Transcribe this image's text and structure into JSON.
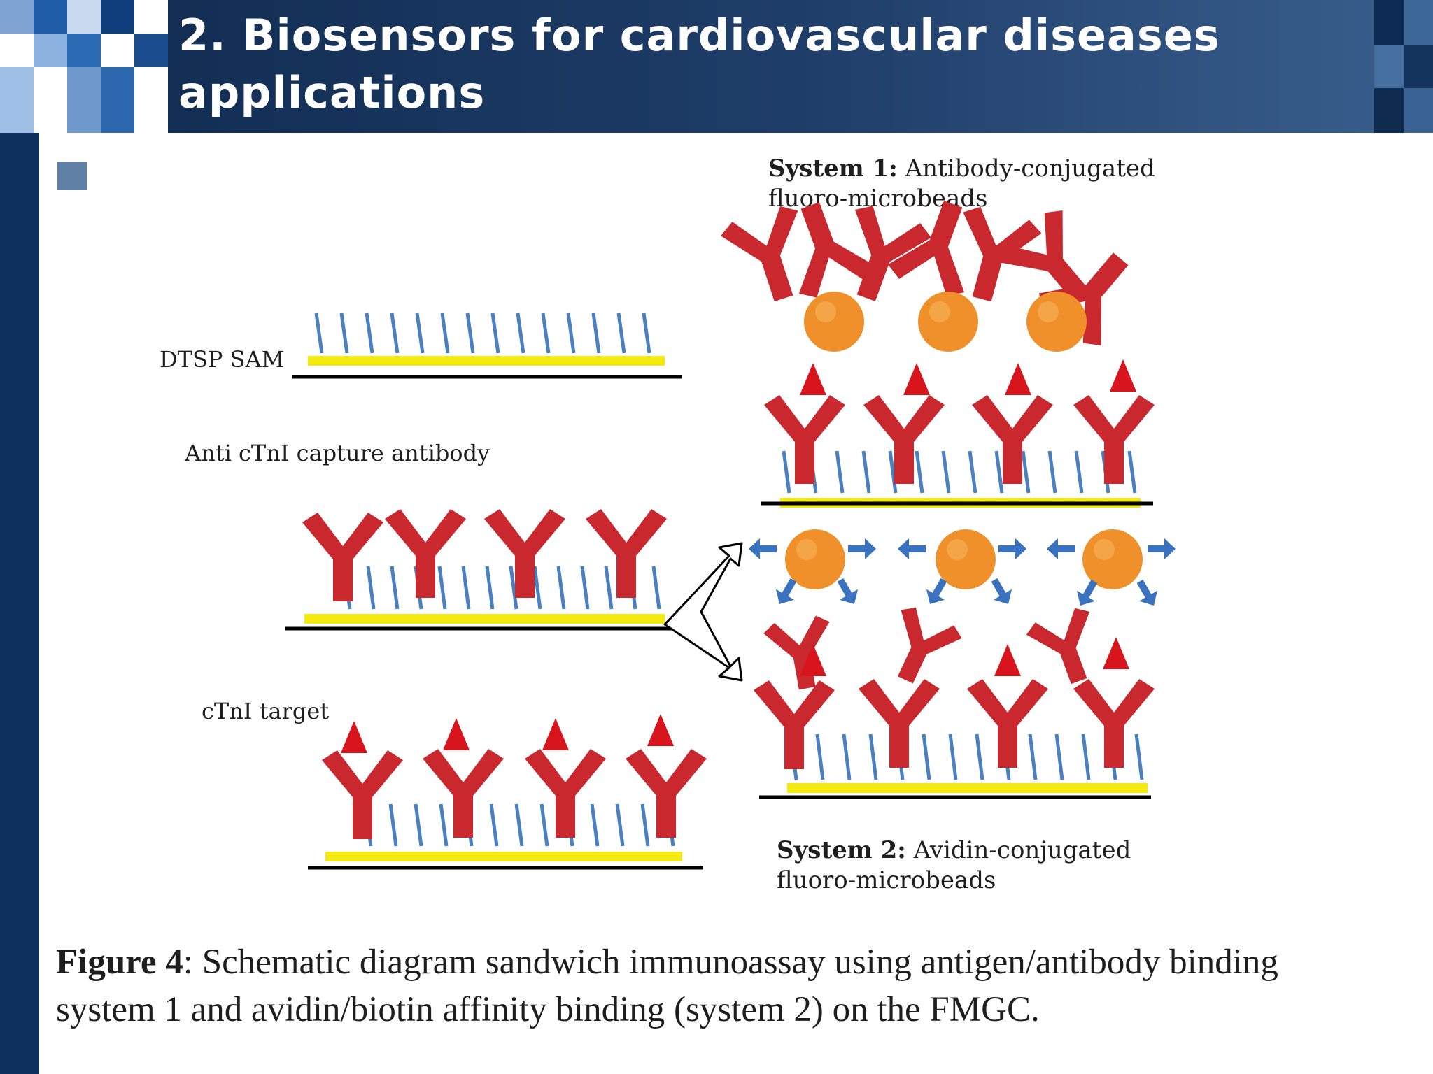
{
  "slide": {
    "title_line1": "2. Biosensors for cardiovascular diseases",
    "title_line2": "applications"
  },
  "diagram": {
    "label_dtsp": "DTSP SAM",
    "label_capture": "Anti cTnI capture antibody",
    "label_target": "cTnI target",
    "system1_bold": "System 1:",
    "system1_text": " Antibody-conjugated",
    "system1_line2": "fluoro-microbeads",
    "system2_bold": "System 2:",
    "system2_text": " Avidin-conjugated",
    "system2_line2": "fluoro-microbeads"
  },
  "caption": {
    "bold": "Figure 4",
    "line1": ": Schematic diagram sandwich immunoassay using antigen/antibody binding",
    "line2": "system 1 and avidin/biotin affinity binding (system 2) on the FMGC."
  },
  "colors": {
    "antibody": "#c8282e",
    "antigen": "#d8141c",
    "bead": "#f0902a",
    "gold_layer": "#f2ea10",
    "sam_line": "#4a7fc0",
    "avidin": "#3a72c0",
    "header": "#1e3d68"
  }
}
